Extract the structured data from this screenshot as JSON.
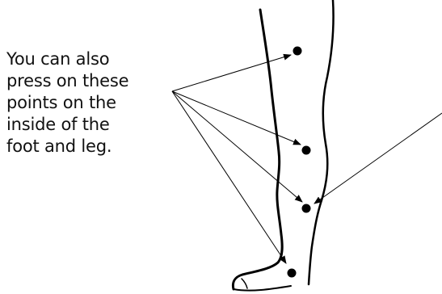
{
  "caption": {
    "lines": [
      "You can also",
      "press on these",
      "points on the",
      "inside of the",
      "foot and leg."
    ]
  },
  "colors": {
    "ink": "#000000",
    "background": "#ffffff"
  }
}
